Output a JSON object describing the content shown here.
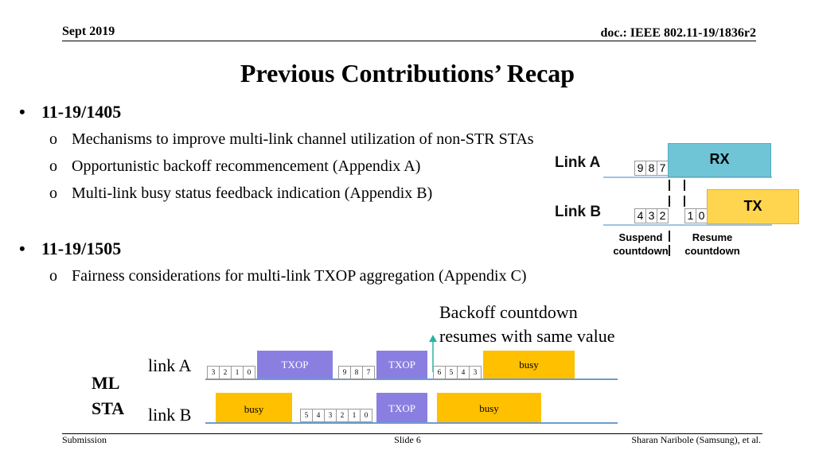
{
  "header": {
    "date": "Sept 2019",
    "doc": "doc.: IEEE 802.11-19/1836r2"
  },
  "title": "Previous Contributions’ Recap",
  "sections": [
    {
      "bullet": "•",
      "label": "11-19/1405",
      "items": [
        "Mechanisms to improve multi-link channel utilization of non-STR STAs",
        "Opportunistic backoff recommencement (Appendix A)",
        "Multi-link busy status feedback indication (Appendix B)"
      ]
    },
    {
      "bullet": "•",
      "label": "11-19/1505",
      "items": [
        "Fairness considerations for multi-link TXOP aggregation (Appendix C)"
      ]
    }
  ],
  "sub_marker": "o",
  "figure_right": {
    "link_a": "Link A",
    "link_b": "Link B",
    "rx": "RX",
    "tx": "TX",
    "a_counts": [
      "9",
      "8",
      "7"
    ],
    "b_counts_suspend": [
      "4",
      "3",
      "2"
    ],
    "b_counts_resume": [
      "1",
      "0"
    ],
    "suspend": [
      "Suspend",
      "countdown"
    ],
    "resume": [
      "Resume",
      "countdown"
    ],
    "colors": {
      "rx": "#6fc5d6",
      "tx": "#ffd54f",
      "line": "#9dc3e6"
    }
  },
  "figure_bottom": {
    "sta": [
      "ML",
      "STA"
    ],
    "link_a": "link A",
    "link_b": "link B",
    "note": [
      "Backoff countdown",
      "resumes with same value"
    ],
    "a_counts_1": [
      "3",
      "2",
      "1",
      "0"
    ],
    "a_counts_2": [
      "9",
      "8",
      "7"
    ],
    "a_counts_3": [
      "6",
      "5",
      "4",
      "3"
    ],
    "b_counts": [
      "5",
      "4",
      "3",
      "2",
      "1",
      "0"
    ],
    "txop": "TXOP",
    "busy": "busy",
    "colors": {
      "txop": "#8a7fe0",
      "busy": "#ffc000",
      "line": "#6f9bd1",
      "arrow": "#2bb3a0"
    }
  },
  "footer": {
    "left": "Submission",
    "center": "Slide 6",
    "right": "Sharan Naribole (Samsung), et al."
  }
}
